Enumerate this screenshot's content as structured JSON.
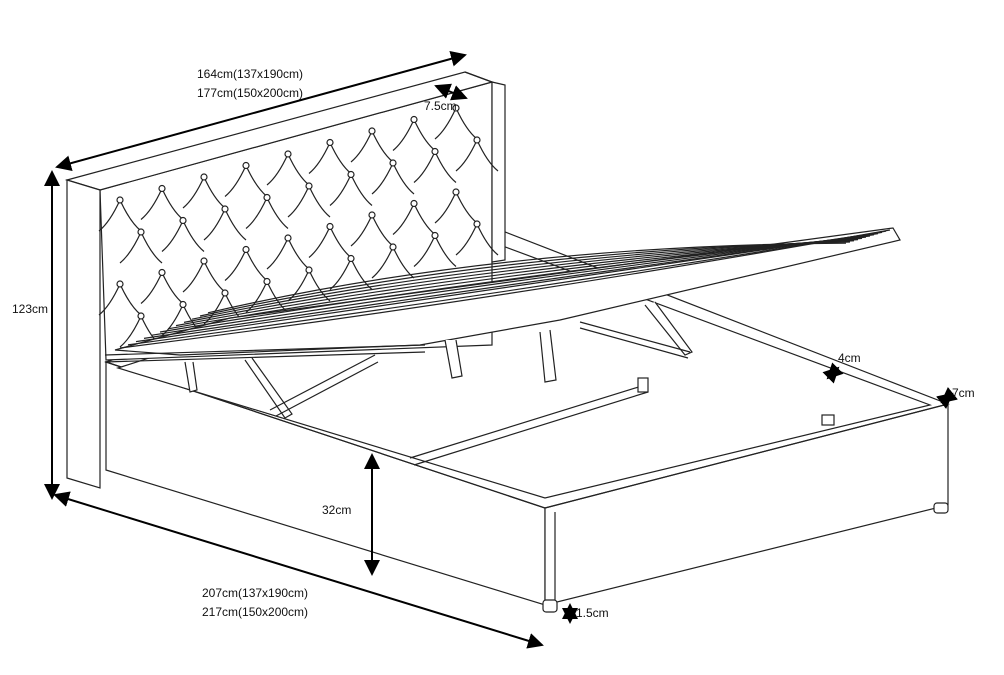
{
  "dimensions": {
    "headboard_width_1": "164cm(137x190cm)",
    "headboard_width_2": "177cm(150x200cm)",
    "headboard_thickness": "7.5cm",
    "total_height": "123cm",
    "frame_side_thickness": "4cm",
    "frame_end_thickness": "7cm",
    "frame_height": "32cm",
    "length_1": "207cm(137x190cm)",
    "length_2": "217cm(150x200cm)",
    "foot_height": "1.5cm"
  }
}
